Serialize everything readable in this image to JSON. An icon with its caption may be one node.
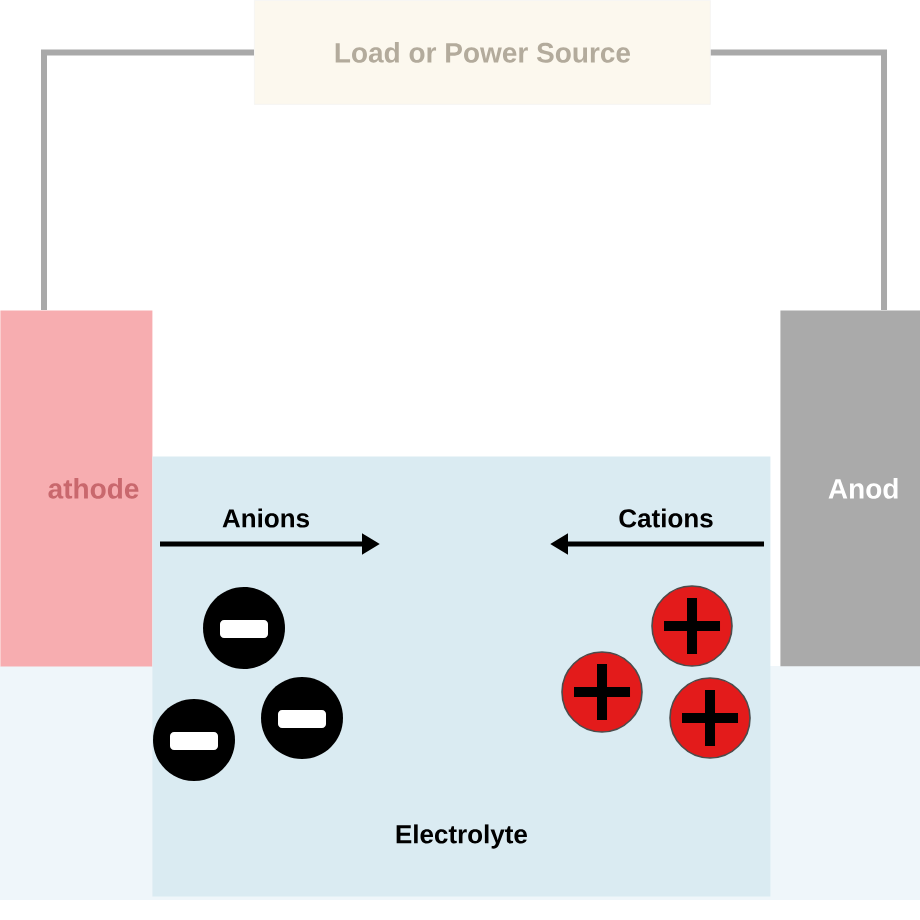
{
  "diagram": {
    "nodes": [
      {
        "text": [
          "Load or Power Source"
        ]
      },
      {
        "text": [
          "athode"
        ]
      },
      {
        "text": [
          "Anod"
        ]
      },
      {
        "text": [
          "Electrolyte"
        ]
      }
    ],
    "edges": [
      {
        "from": 1,
        "to": 0,
        "arrow": "none"
      },
      {
        "from": 0,
        "to": 2,
        "arrow": "none"
      }
    ],
    "labels": [
      "Anions",
      "Cations"
    ]
  }
}
